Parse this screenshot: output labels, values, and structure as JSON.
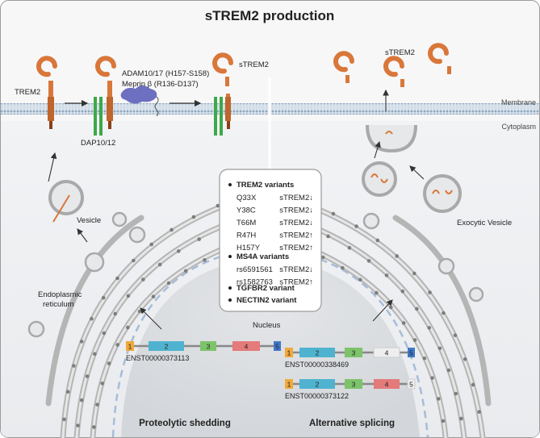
{
  "title": "sTREM2 production",
  "labels": {
    "trem2": "TREM2",
    "adam": "ADAM10/17 (H157-S158)",
    "meprin": "Meprin β (R136-D137)",
    "strem2_left": "sTREM2",
    "strem2_right": "sTREM2",
    "dap": "DAP10/12",
    "membrane": "Membrane",
    "cytoplasm": "Cytoplasm",
    "vesicle": "Vesicle",
    "er": "Endoplasmic",
    "er2": "reticulum",
    "nucleus": "Nucleus",
    "exocytic": "Exocytic Vesicle",
    "proteolytic": "Proteolytic shedding",
    "splicing": "Alternative splicing"
  },
  "variants": {
    "trem2_head": "TREM2 variants",
    "trem2_rows": [
      {
        "name": "Q33X",
        "effect": "sTREM2↓"
      },
      {
        "name": "Y38C",
        "effect": "sTREM2↓"
      },
      {
        "name": "T66M",
        "effect": "sTREM2↓"
      },
      {
        "name": "R47H",
        "effect": "sTREM2↑"
      },
      {
        "name": "H157Y",
        "effect": "sTREM2↑"
      }
    ],
    "ms4a_head": "MS4A variants",
    "ms4a_rows": [
      {
        "name": "rs6591561",
        "effect": "sTREM2↓"
      },
      {
        "name": "rs1582763",
        "effect": "sTREM2↑"
      }
    ],
    "tgfbr2": "TGFBR2 variant",
    "nectin2": "NECTIN2 variant"
  },
  "transcripts": [
    {
      "id": "ENST00000373113",
      "exons": [
        "1",
        "2",
        "3",
        "4",
        "5"
      ]
    },
    {
      "id": "ENST00000338469",
      "exons": [
        "1",
        "2",
        "3",
        "4",
        "5"
      ]
    },
    {
      "id": "ENST00000373122",
      "exons": [
        "1",
        "2",
        "3",
        "4",
        "5"
      ]
    }
  ],
  "colors": {
    "protein": "#d9773a",
    "dap": "#3ea84a",
    "meprin": "#6d6fc0",
    "membrane": "#9fb3c8",
    "exon1": "#f0a93a",
    "exon2": "#4fb3cf",
    "exon3": "#7cc36a",
    "exon4": "#e57a7a",
    "exon5": "#3f78c9"
  }
}
